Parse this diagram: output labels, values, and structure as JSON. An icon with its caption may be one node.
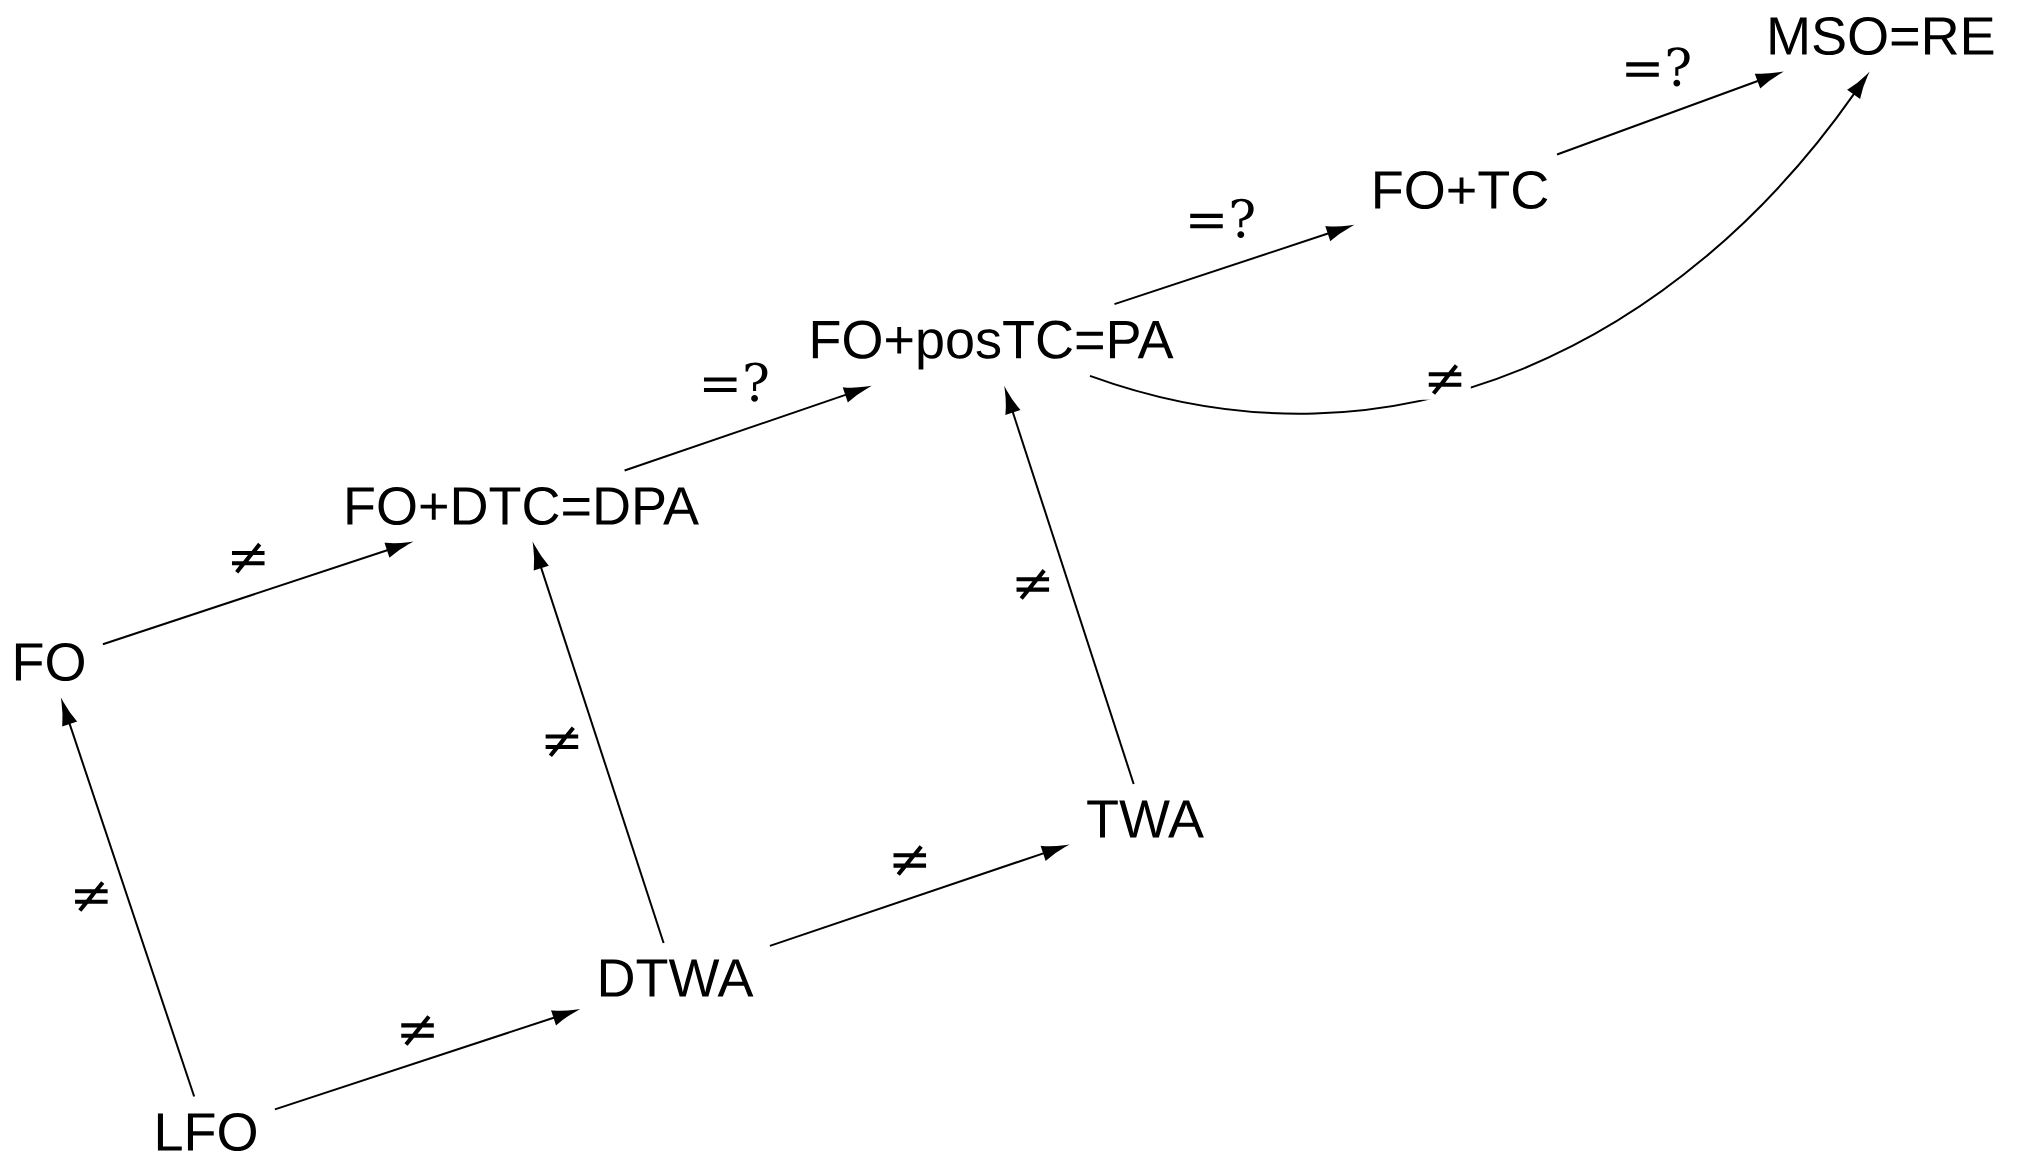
{
  "diagram": {
    "nodes": [
      {
        "text": [
          "LFO"
        ]
      },
      {
        "text": [
          "FO"
        ]
      },
      {
        "text": [
          "DTWA"
        ]
      },
      {
        "text": [
          "FO+DTC=DPA"
        ]
      },
      {
        "text": [
          "TWA"
        ]
      },
      {
        "text": [
          "FO+posTC=PA"
        ]
      },
      {
        "text": [
          "FO+TC"
        ]
      },
      {
        "text": [
          "MSO=RE"
        ]
      }
    ],
    "edges": [
      {
        "from": 0,
        "to": 1,
        "arrow": "to",
        "label": "≠"
      },
      {
        "from": 0,
        "to": 2,
        "arrow": "to",
        "label": "≠"
      },
      {
        "from": 1,
        "to": 3,
        "arrow": "to",
        "label": "≠"
      },
      {
        "from": 2,
        "to": 3,
        "arrow": "to",
        "label": "≠"
      },
      {
        "from": 2,
        "to": 4,
        "arrow": "to",
        "label": "≠"
      },
      {
        "from": 4,
        "to": 5,
        "arrow": "to",
        "label": "≠"
      },
      {
        "from": 3,
        "to": 5,
        "arrow": "to",
        "label": "=?"
      },
      {
        "from": 5,
        "to": 6,
        "arrow": "to",
        "label": "=?"
      },
      {
        "from": 6,
        "to": 7,
        "arrow": "to",
        "label": "=?"
      },
      {
        "from": 5,
        "to": 7,
        "arrow": "to",
        "label": "≠"
      }
    ]
  }
}
